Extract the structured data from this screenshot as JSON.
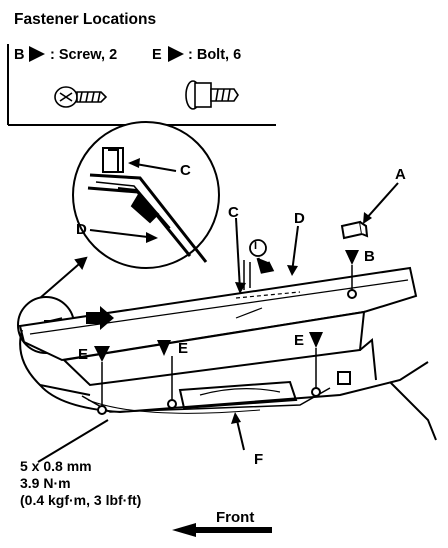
{
  "title": "Fastener Locations",
  "legend": {
    "screw": {
      "letter": "B",
      "text": ": Screw, 2"
    },
    "bolt": {
      "letter": "E",
      "text": ": Bolt, 6"
    }
  },
  "callouts": {
    "a": "A",
    "b": "B",
    "c": "C",
    "d": "D",
    "e": "E",
    "f": "F",
    "i": "I"
  },
  "torque_spec": [
    "5 x 0.8 mm",
    "3.9 N·m",
    "(0.4 kgf·m, 3 lbf·ft)"
  ],
  "front_label": "Front"
}
